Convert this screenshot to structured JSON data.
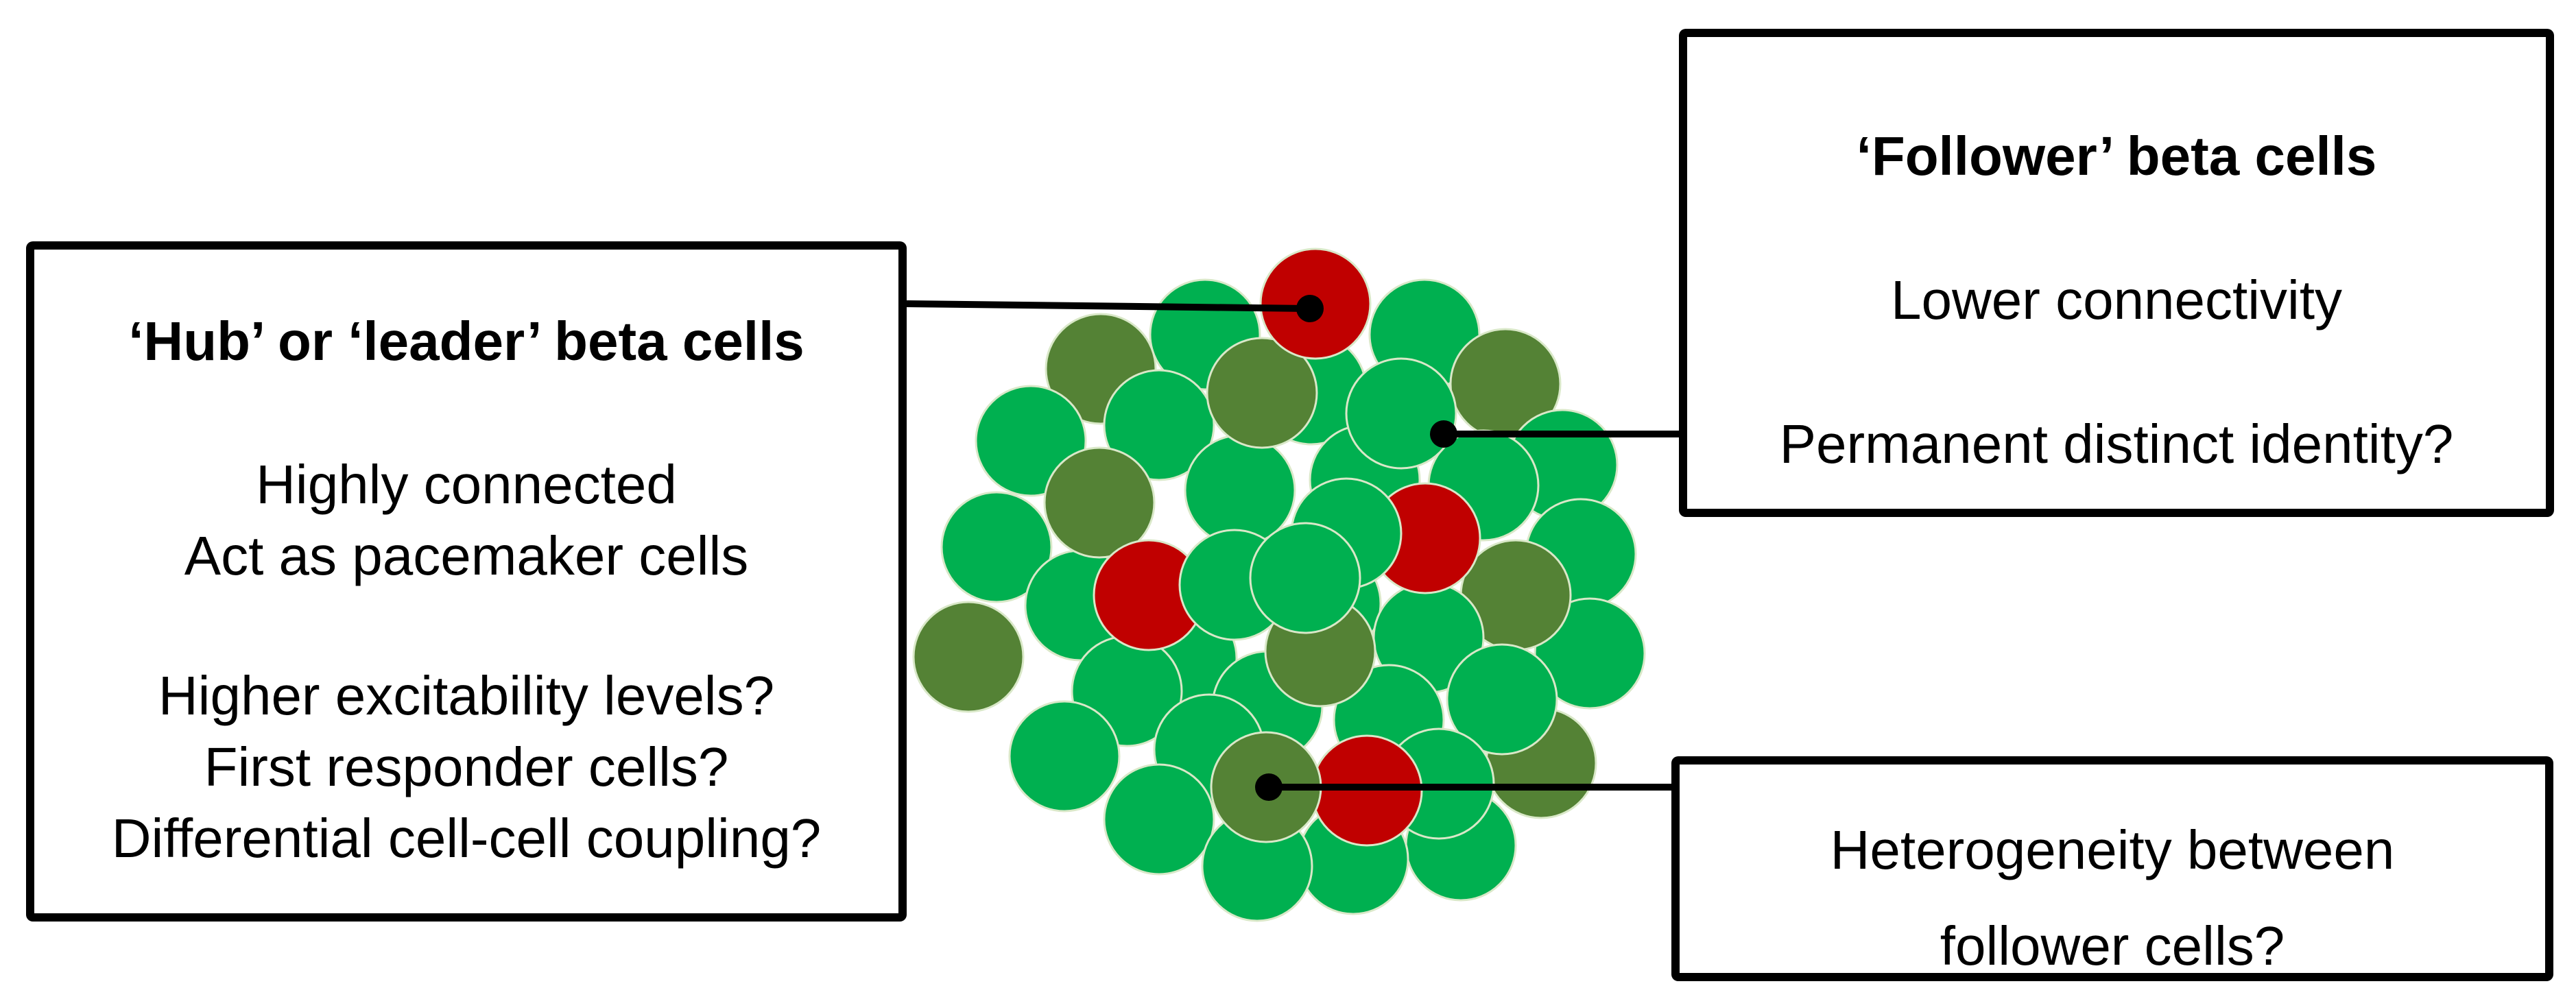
{
  "hub_box": {
    "title": "‘Hub’ or ‘leader’ beta cells",
    "lines_a": [
      "Highly connected",
      "Act as pacemaker cells"
    ],
    "lines_b": [
      "Higher excitability levels?",
      "First responder cells?",
      "Differential cell-cell coupling?"
    ]
  },
  "follower_box": {
    "title": "‘Follower’ beta cells",
    "line_1": "Lower connectivity",
    "line_2": "Permanent distinct identity?"
  },
  "heterogeneity_box": {
    "lines": [
      "Heterogeneity between",
      "follower cells?"
    ]
  },
  "colors": {
    "follower_cell": "#00b050",
    "variant_follower_cell": "#548235",
    "hub_cell": "#c00000",
    "cell_outline": "#d9e8c8"
  }
}
